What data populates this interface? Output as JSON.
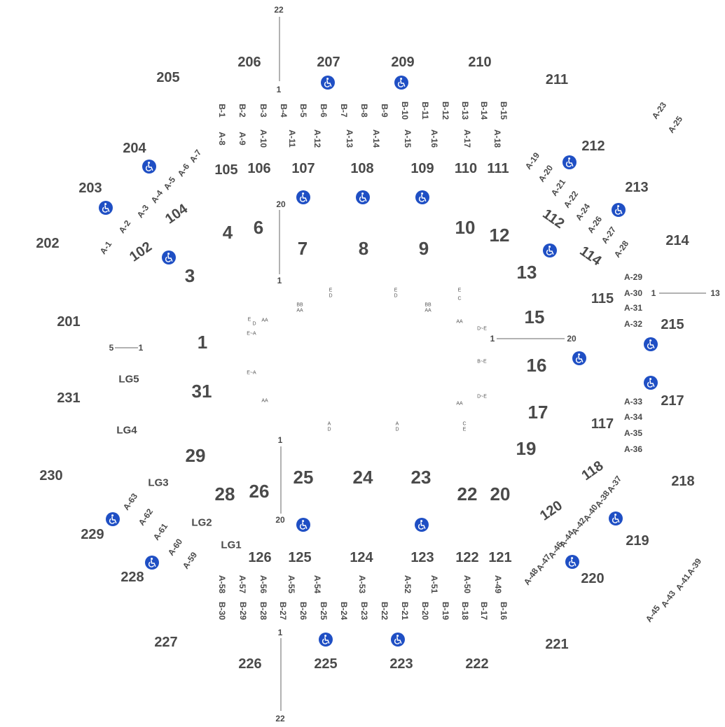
{
  "accent_color": "#1f4fc4",
  "accessible_icon": "wheelchair-icon",
  "upper_sections": [
    "201",
    "202",
    "203",
    "204",
    "205",
    "206",
    "207",
    "209",
    "210",
    "211",
    "212",
    "213",
    "214",
    "215",
    "217",
    "218",
    "219",
    "220",
    "221",
    "222",
    "223",
    "225",
    "226",
    "227",
    "228",
    "229",
    "230",
    "231"
  ],
  "lower_sections": [
    "102",
    "104",
    "105",
    "106",
    "107",
    "108",
    "109",
    "110",
    "111",
    "112",
    "114",
    "115",
    "117",
    "118",
    "120",
    "121",
    "122",
    "123",
    "124",
    "125",
    "126"
  ],
  "floor_sections": [
    "1",
    "3",
    "4",
    "6",
    "7",
    "8",
    "9",
    "10",
    "12",
    "13",
    "15",
    "16",
    "17",
    "19",
    "20",
    "22",
    "23",
    "24",
    "25",
    "26",
    "28",
    "29",
    "31"
  ],
  "lg_sections": [
    "LG5",
    "LG4",
    "LG3",
    "LG2",
    "LG1"
  ],
  "boxes_top": [
    "B-1",
    "B-2",
    "B-3",
    "B-4",
    "B-5",
    "B-6",
    "B-7",
    "B-8",
    "B-9",
    "B-10",
    "B-11",
    "B-12",
    "B-13",
    "B-14",
    "B-15"
  ],
  "boxes_bottom": [
    "B-30",
    "B-29",
    "B-28",
    "B-27",
    "B-26",
    "B-25",
    "B-24",
    "B-23",
    "B-22",
    "B-21",
    "B-20",
    "B-19",
    "B-18",
    "B-17",
    "B-16"
  ],
  "a_rows_top": [
    "A-8",
    "A-9",
    "A-10",
    "A-11",
    "A-12",
    "A-13",
    "A-14",
    "A-15",
    "A-16",
    "A-17",
    "A-18"
  ],
  "a_rows_bottom": [
    "A-58",
    "A-57",
    "A-56",
    "A-55",
    "A-54",
    "A-53",
    "A-52",
    "A-51",
    "A-50",
    "A-49"
  ],
  "a_rows_upper_left": [
    "A-7",
    "A-6",
    "A-5",
    "A-4",
    "A-3",
    "A-2",
    "A-1"
  ],
  "a_rows_upper_right": [
    "A-19",
    "A-20",
    "A-21",
    "A-22",
    "A-24",
    "A-26",
    "A-27",
    "A-28"
  ],
  "a_rows_far_right_top": [
    "A-23",
    "A-25"
  ],
  "a_rows_right_top": [
    "A-29",
    "A-30",
    "A-31",
    "A-32"
  ],
  "a_rows_right_bottom": [
    "A-33",
    "A-34",
    "A-35",
    "A-36"
  ],
  "a_rows_lower_right": [
    "A-37",
    "A-38",
    "A-40",
    "A-42",
    "A-44",
    "A-46",
    "A-47",
    "A-48"
  ],
  "a_rows_far_right_bottom": [
    "A-39",
    "A-41",
    "A-43",
    "A-45"
  ],
  "a_rows_lower_left": [
    "A-63",
    "A-62",
    "A-61",
    "A-60",
    "A-59"
  ],
  "seat_markers": [
    "22",
    "1",
    "20",
    "1",
    "1",
    "13",
    "1",
    "20",
    "5",
    "1",
    "1",
    "20",
    "1",
    "22"
  ],
  "floor_row_letters": [
    "E",
    "D",
    "E",
    "D",
    "E",
    "C",
    "BB",
    "AA",
    "BB",
    "AA",
    "E",
    "D",
    "E~A",
    "AA",
    "AA",
    "D~E",
    "B~E",
    "E~A",
    "D~E",
    "AA",
    "AA",
    "A",
    "D",
    "A",
    "D",
    "C",
    "E"
  ]
}
